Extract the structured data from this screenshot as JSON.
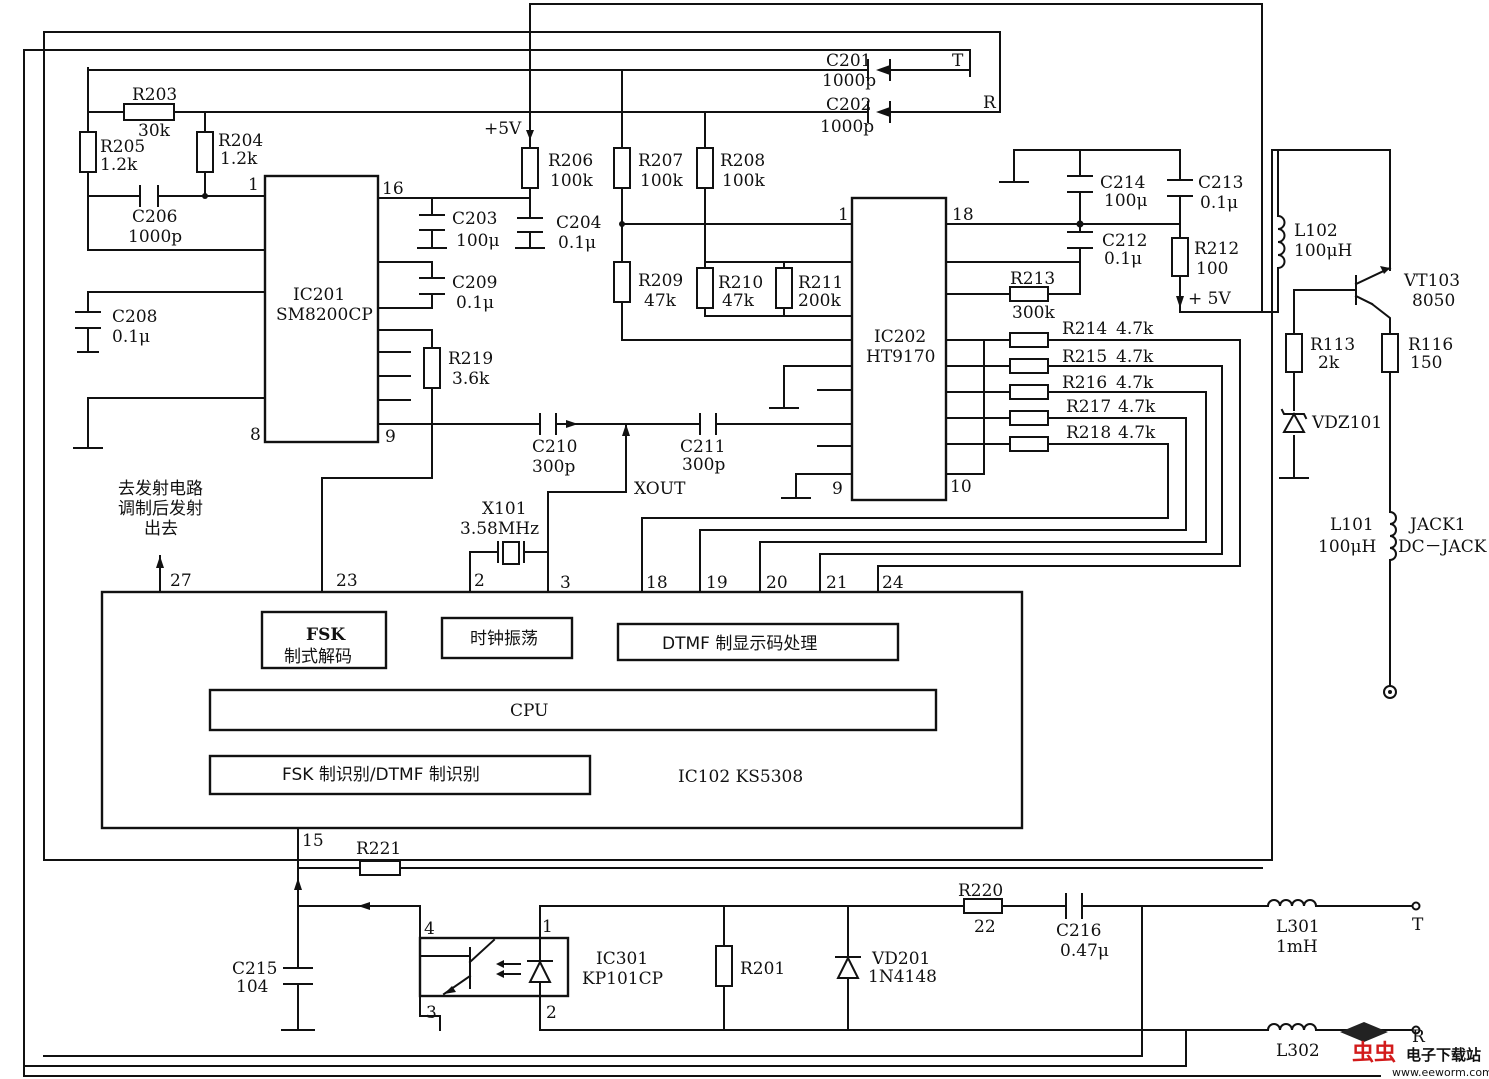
{
  "ic201": {
    "name": "IC201",
    "part": "SM8200CP",
    "pin1": "1",
    "pin16": "16",
    "pin8": "8",
    "pin9": "9"
  },
  "ic202": {
    "name": "IC202",
    "part": "HT9170",
    "pin1": "1",
    "pin18": "18",
    "pin9": "9",
    "pin10": "10"
  },
  "ic102": {
    "label": "IC102  KS5308",
    "fsk_decode": "FSK\n制式解码",
    "fsk_decode_l1": "FSK",
    "fsk_decode_l2": "制式解码",
    "clock": "时钟振荡",
    "dtmf_display": "DTMF 制显示码处理",
    "cpu": "CPU",
    "recog": "FSK 制识别/DTMF 制识别",
    "pins": {
      "p27": "27",
      "p23": "23",
      "p2": "2",
      "p3": "3",
      "p18": "18",
      "p19": "19",
      "p20": "20",
      "p21": "21",
      "p24": "24",
      "p15": "15"
    }
  },
  "ic301": {
    "name": "IC301",
    "part": "KP101CP",
    "pin1": "1",
    "pin2": "2",
    "pin3": "3",
    "pin4": "4"
  },
  "transmit_note": {
    "l1": "去发射电路",
    "l2": "调制后发射",
    "l3": "出去"
  },
  "xout": "XOUT",
  "components": {
    "c201": {
      "ref": "C201",
      "val": "1000p"
    },
    "c202": {
      "ref": "C202",
      "val": "1000p"
    },
    "r203": {
      "ref": "R203",
      "val": "30k"
    },
    "r204": {
      "ref": "R204",
      "val": "1.2k"
    },
    "r205": {
      "ref": "R205",
      "val": "1.2k"
    },
    "c206": {
      "ref": "C206",
      "val": "1000p"
    },
    "r206": {
      "ref": "R206",
      "val": "100k"
    },
    "r207": {
      "ref": "R207",
      "val": "100k"
    },
    "r208": {
      "ref": "R208",
      "val": "100k"
    },
    "c203": {
      "ref": "C203",
      "val": "100μ"
    },
    "c204": {
      "ref": "C204",
      "val": "0.1μ"
    },
    "c209": {
      "ref": "C209",
      "val": "0.1μ"
    },
    "c208": {
      "ref": "C208",
      "val": "0.1μ"
    },
    "r219": {
      "ref": "R219",
      "val": "3.6k"
    },
    "r209": {
      "ref": "R209",
      "val": "47k"
    },
    "r210": {
      "ref": "R210",
      "val": "47k"
    },
    "r211": {
      "ref": "R211",
      "val": "200k"
    },
    "c214": {
      "ref": "C214",
      "val": "100μ"
    },
    "c213": {
      "ref": "C213",
      "val": "0.1μ"
    },
    "c212": {
      "ref": "C212",
      "val": "0.1μ"
    },
    "r212": {
      "ref": "R212",
      "val": "100"
    },
    "r213": {
      "ref": "R213",
      "val": "300k"
    },
    "r214": {
      "ref": "R214",
      "val": "4.7k"
    },
    "r215": {
      "ref": "R215",
      "val": "4.7k"
    },
    "r216": {
      "ref": "R216",
      "val": "4.7k"
    },
    "r217": {
      "ref": "R217",
      "val": "4.7k"
    },
    "r218": {
      "ref": "R218",
      "val": "4.7k"
    },
    "c210": {
      "ref": "C210",
      "val": "300p"
    },
    "c211": {
      "ref": "C211",
      "val": "300p"
    },
    "x101": {
      "ref": "X101",
      "val": "3.58MHz"
    },
    "l102": {
      "ref": "L102",
      "val": "100μH"
    },
    "vt103": {
      "ref": "VT103",
      "val": "8050"
    },
    "r113": {
      "ref": "R113",
      "val": "2k"
    },
    "r116": {
      "ref": "R116",
      "val": "150"
    },
    "vdz101": {
      "ref": "VDZ101"
    },
    "l101": {
      "ref": "L101",
      "val": "100μH"
    },
    "jack1": {
      "ref": "JACK1",
      "val": "DC－JACK"
    },
    "r221": {
      "ref": "R221"
    },
    "c215": {
      "ref": "C215",
      "val": "104"
    },
    "r201": {
      "ref": "R201"
    },
    "vd201": {
      "ref": "VD201",
      "val": "1N4148"
    },
    "r220": {
      "ref": "R220",
      "val": "22"
    },
    "c216": {
      "ref": "C216",
      "val": "0.47μ"
    },
    "l301": {
      "ref": "L301",
      "val": "1mH"
    },
    "l302": {
      "ref": "L302"
    }
  },
  "power": {
    "v1": "+5V",
    "v2": "+ 5V"
  },
  "terminals": {
    "t_top": "T",
    "r_top": "R",
    "t_bot": "T",
    "r_bot": "R"
  },
  "watermark": {
    "logo": "虫虫",
    "title": "电子下载站",
    "url": "www.eeworm.com"
  }
}
